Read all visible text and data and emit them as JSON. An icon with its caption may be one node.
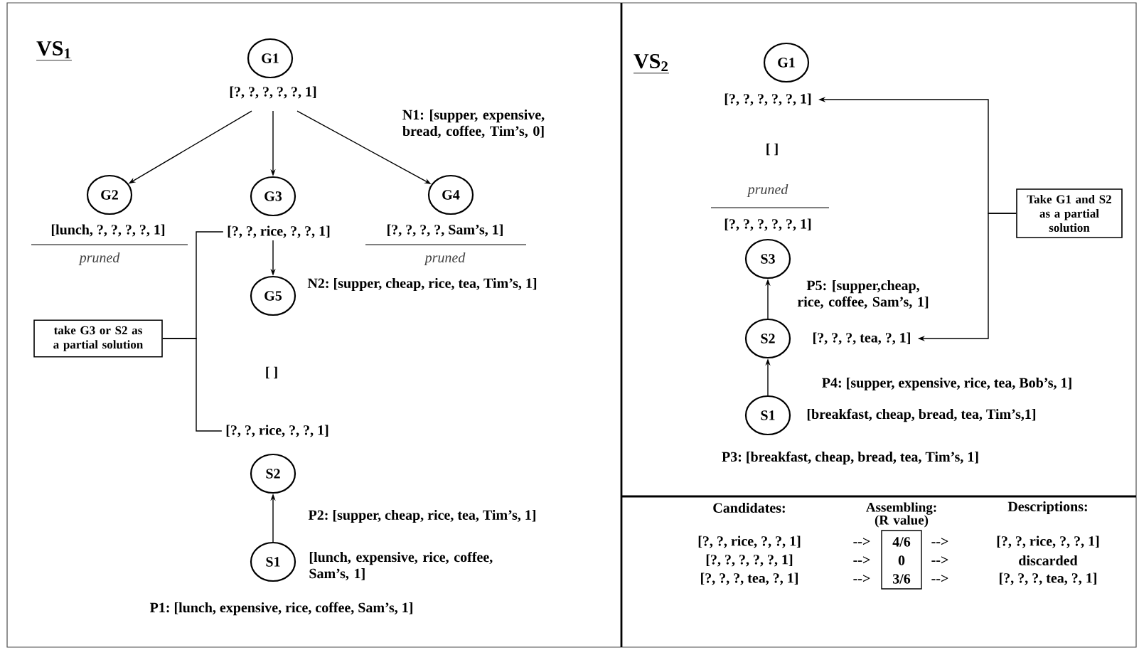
{
  "diagram": {
    "nodes": [
      {
        "text": [
          "G1"
        ],
        "beside": [
          "[?, ?, ?, ?, ?, 1]"
        ]
      },
      {
        "text": [
          "G2"
        ],
        "beside": [
          "[lunch, ?, ?, ?, ?, 1]",
          "pruned"
        ]
      },
      {
        "text": [
          "G3"
        ]
      },
      {
        "text": [
          "[?, ?, rice, ?, ?, 1]"
        ]
      },
      {
        "text": [
          "G4"
        ],
        "beside": [
          "[?, ?, ?, ?, Sam’s, 1]",
          "pruned"
        ]
      },
      {
        "text": [
          "G5"
        ],
        "beside": [
          "[ ]"
        ]
      },
      {
        "text": [
          "take G3 or S2 as a partial solution"
        ]
      },
      {
        "text": [
          "[?, ?, rice, ?, ?, 1]"
        ]
      },
      {
        "text": [
          "S2"
        ]
      },
      {
        "text": [
          "S1"
        ],
        "beside": [
          "[lunch, expensive, rice, coffee, Sam’s, 1]"
        ]
      },
      {
        "text": [
          "G1"
        ]
      },
      {
        "text": [
          "[?, ?, ?, ?, ?, 1]"
        ]
      },
      {
        "text": [
          "S3"
        ],
        "beside": [
          "pruned",
          "[?, ?, ?, ?, ?, 1]"
        ]
      },
      {
        "text": [
          "S2"
        ]
      },
      {
        "text": [
          "[?, ?, ?, tea, ?, 1]"
        ]
      },
      {
        "text": [
          "S1"
        ],
        "beside": [
          "[breakfast, cheap, bread, tea, Tim’s,1]"
        ]
      },
      {
        "text": [
          "Take G1 and S2 as a partial solution"
        ]
      }
    ],
    "edges": [
      {
        "from": 0,
        "to": 1,
        "arrow": "to"
      },
      {
        "from": 0,
        "to": 2,
        "arrow": "to"
      },
      {
        "from": 0,
        "to": 4,
        "arrow": "to",
        "label": "N1: [supper, expensive, bread, coffee, Tim’s, 0]"
      },
      {
        "from": 3,
        "to": 5,
        "arrow": "to",
        "label": "N2: [supper, cheap, rice, tea, Tim’s, 1]"
      },
      {
        "from": 6,
        "to": 3,
        "arrow": "none"
      },
      {
        "from": 6,
        "to": 7,
        "arrow": "none"
      },
      {
        "from": 9,
        "to": 8,
        "arrow": "to",
        "label": "P2: [supper, cheap, rice, tea, Tim’s, 1]"
      },
      {
        "from": 15,
        "to": 13,
        "arrow": "to",
        "label": "P4: [supper, expensive, rice, tea, Bob’s, 1]"
      },
      {
        "from": 13,
        "to": 12,
        "arrow": "to",
        "label": "P5: [supper,cheap, rice, coffee, Sam’s, 1]"
      },
      {
        "from": 16,
        "to": 11,
        "arrow": "to"
      },
      {
        "from": 16,
        "to": 14,
        "arrow": "to"
      }
    ],
    "labels": [
      "VS$_{1}$",
      "VS$_{2}$",
      "[ ]",
      "P1: [lunch, expensive, rice, coffee, Sam’s, 1]",
      "P3: [breakfast, cheap, bread, tea, Tim’s, 1]",
      "Candidates:",
      "Assembling: (R value)",
      "Descriptions:",
      "[?, ?, rice, ?, ?, 1]",
      "-->",
      "4/6",
      "-->",
      "[?, ?, rice, ?, ?, 1]",
      "[?, ?, ?, ?, ?, 1]",
      "-->",
      "0",
      "-->",
      "discarded",
      "[?, ?, ?, tea, ?, 1]",
      "-->",
      "3/6",
      "-->",
      "[?, ?, ?, tea, ?, 1]"
    ]
  }
}
